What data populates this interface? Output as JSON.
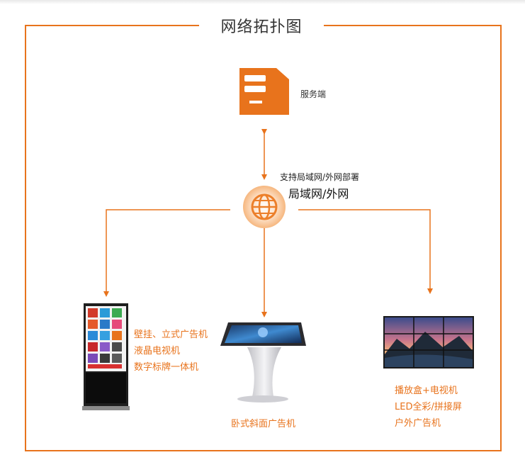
{
  "title": "网络拓扑图",
  "server": {
    "label": "服务端"
  },
  "network": {
    "deploy_text": "支持局域网/外网部署",
    "label": "局域网/外网"
  },
  "devices": {
    "left": {
      "lines": [
        "壁挂、立式广告机",
        "液晶电视机",
        "数字标牌一体机"
      ]
    },
    "center": {
      "label": "卧式斜面广告机"
    },
    "right": {
      "lines": [
        "播放盒+电视机",
        "LED全彩/拼接屏",
        "户外广告机"
      ]
    }
  },
  "colors": {
    "accent": "#e8731c",
    "light_accent": "#f4a366",
    "text": "#333333"
  }
}
